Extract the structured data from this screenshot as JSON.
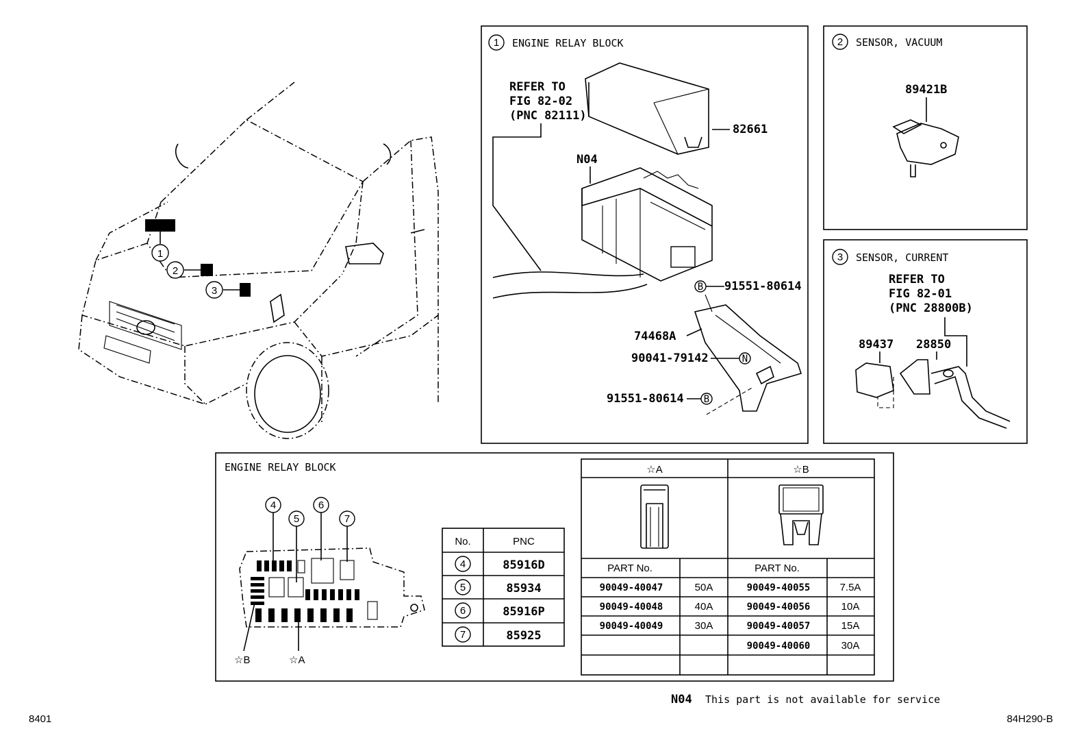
{
  "panels": {
    "engine_relay_block": {
      "marker": "1",
      "title": "ENGINE RELAY BLOCK",
      "refer_lines": [
        "REFER TO",
        "FIG 82-02",
        "(PNC 82111)"
      ],
      "parts": {
        "cover": "82661",
        "block": "N04",
        "bracket": "74468A",
        "bolt_top": "91551-80614",
        "nut": "90041-79142",
        "bolt_bottom": "91551-80614"
      },
      "tags": {
        "bolt_top": "B",
        "nut": "N",
        "bolt_bottom": "B"
      }
    },
    "sensor_vacuum": {
      "marker": "2",
      "title": "SENSOR, VACUUM",
      "part": "89421B"
    },
    "sensor_current": {
      "marker": "3",
      "title": "SENSOR, CURRENT",
      "refer_lines": [
        "REFER TO",
        "FIG 82-01",
        "(PNC 28800B)"
      ],
      "parts": [
        "89437",
        "28850"
      ]
    }
  },
  "car_markers": [
    "1",
    "2",
    "3"
  ],
  "relay_detail": {
    "title": "ENGINE RELAY BLOCK",
    "markers": [
      "4",
      "5",
      "6",
      "7"
    ],
    "star_labels": [
      "☆B",
      "☆A"
    ],
    "pnc_table": {
      "headers": [
        "No.",
        "PNC"
      ],
      "rows": [
        {
          "no": "4",
          "pnc": "85916D"
        },
        {
          "no": "5",
          "pnc": "85934"
        },
        {
          "no": "6",
          "pnc": "85916P"
        },
        {
          "no": "7",
          "pnc": "85925"
        }
      ]
    },
    "fuse_table": {
      "group_a": "☆A",
      "group_b": "☆B",
      "part_header": "PART No.",
      "rows": [
        {
          "a_part": "90049-40047",
          "a_amp": "50A",
          "b_part": "90049-40055",
          "b_amp": "7.5A"
        },
        {
          "a_part": "90049-40048",
          "a_amp": "40A",
          "b_part": "90049-40056",
          "b_amp": "10A"
        },
        {
          "a_part": "90049-40049",
          "a_amp": "30A",
          "b_part": "90049-40057",
          "b_amp": "15A"
        },
        {
          "a_part": "",
          "a_amp": "",
          "b_part": "90049-40060",
          "b_amp": "30A"
        }
      ]
    }
  },
  "footnote": {
    "code": "N04",
    "text": "This part is not available for service"
  },
  "page_left": "8401",
  "page_right": "84H290-B"
}
